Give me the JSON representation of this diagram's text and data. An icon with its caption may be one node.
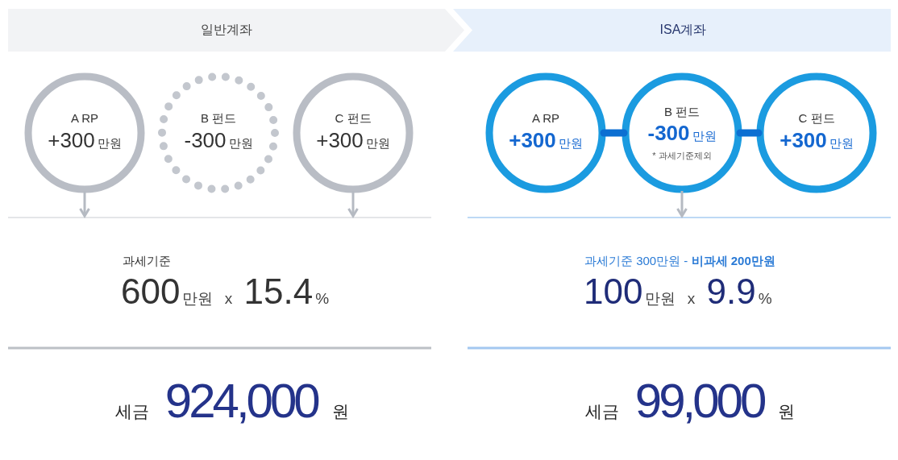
{
  "diagram": {
    "nodes": [
      {
        "text": [
          "일반계좌"
        ]
      },
      {
        "text": [
          "A RP",
          "+300만원"
        ]
      },
      {
        "text": [
          "B 펀드",
          "-300만원"
        ]
      },
      {
        "text": [
          "C 펀드",
          "+300만원"
        ]
      },
      {
        "text": [
          "ISA계좌"
        ]
      },
      {
        "text": [
          "A RP",
          "+300만원"
        ]
      },
      {
        "text": [
          "B 펀드",
          "-300만원",
          "* 과세기준제외"
        ]
      },
      {
        "text": [
          "C 펀드",
          "+300만원"
        ]
      }
    ],
    "edges": [
      {
        "from": 1,
        "to": null,
        "arrow": "to"
      },
      {
        "from": 3,
        "to": null,
        "arrow": "to"
      },
      {
        "from": 5,
        "to": 6,
        "arrow": "none",
        "style": "thick",
        "color": "#0c6fd2"
      },
      {
        "from": 6,
        "to": 7,
        "arrow": "none",
        "style": "thick",
        "color": "#0c6fd2"
      },
      {
        "from": 6,
        "to": null,
        "arrow": "to"
      }
    ],
    "labels": [
      "과세기준",
      "600만원 x 15.4%",
      "세금 924,000 원",
      "과세기준 300만원 - **비과세 200만원**",
      "100만원 x 9.9%",
      "세금 99,000 원"
    ]
  }
}
